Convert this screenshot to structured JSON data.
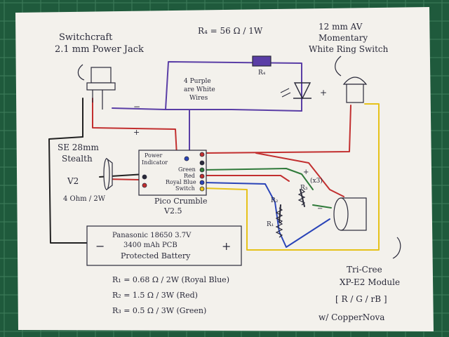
{
  "colors": {
    "mat": "#1f5a3c",
    "paper": "#f3f1ec",
    "pencil": "#2a2a3a",
    "red": "#c22f2f",
    "purple": "#5a3ea6",
    "green": "#2f7a3a",
    "blue": "#2a44b8",
    "yellow": "#e6c21a",
    "black": "#222222"
  },
  "labels": {
    "jack": [
      "Switchcraft",
      "2.1 mm  Power Jack"
    ],
    "resistor_note": "R₄ = 56 Ω / 1W",
    "switch": [
      "12 mm  AV",
      "Momentary",
      "White Ring Switch"
    ],
    "purple_wires": [
      "4 Purple",
      "are White",
      "Wires"
    ],
    "speaker": [
      "SE 28mm",
      "Stealth",
      "V2",
      "4 Ohm / 2W"
    ],
    "driver_pins": [
      "Power",
      "Indicator",
      "Green",
      "Red",
      "Royal Blue",
      "Switch"
    ],
    "driver_name": [
      "Pico Crumble",
      "V2.5"
    ],
    "battery": [
      "Panasonic 18650 3.7V",
      "3400 mAh PCB",
      "Protected Battery"
    ],
    "battery_minus": "−",
    "battery_plus": "+",
    "resistors": [
      "R₁ = 0.68 Ω / 2W (Royal Blue)",
      "R₂ = 1.5 Ω / 3W (Red)",
      "R₃ = 0.5 Ω / 3W (Green)"
    ],
    "led_module": [
      "Tri-Cree",
      "XP-E2 Module"
    ],
    "rgb": "[ R / G / rB ]",
    "copper": "w/  CopperNova",
    "r4": "R₄",
    "r1": "R₁",
    "r2": "R₂",
    "r3": "R₃",
    "x3": "(x3)",
    "minus": "−",
    "plus": "+"
  }
}
